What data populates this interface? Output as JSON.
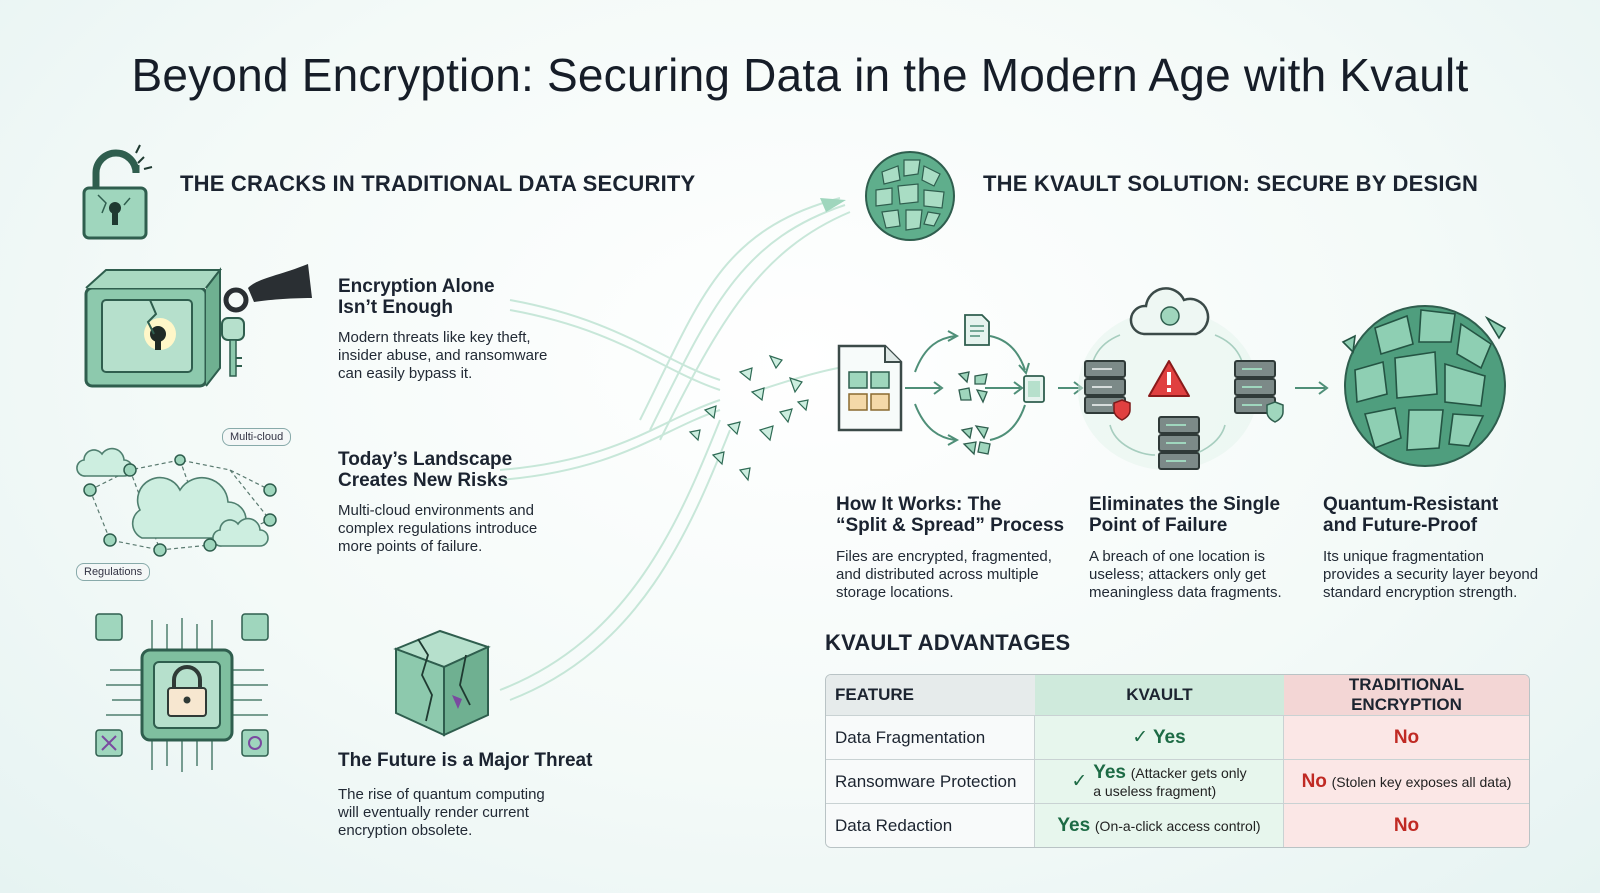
{
  "title": "Beyond Encryption: Securing Data in the Modern Age with Kvault",
  "left_section": {
    "title": "THE CRACKS IN TRADITIONAL DATA SECURITY",
    "items": [
      {
        "heading_1": "Encryption Alone",
        "heading_2": "Isn’t Enough",
        "body_1": "Modern threats like key theft,",
        "body_2": "insider abuse, and ransomware",
        "body_3": "can easily bypass it."
      },
      {
        "heading_1": "Today’s Landscape",
        "heading_2": "Creates New Risks",
        "body_1": "Multi-cloud environments and",
        "body_2": "complex regulations introduce",
        "body_3": "more points of failure.",
        "tag_1": "Multi-cloud",
        "tag_2": "Regulations"
      },
      {
        "heading_1": "The Future is a Major Threat",
        "heading_2": "",
        "body_1": "The rise of quantum computing",
        "body_2": "will eventually render current",
        "body_3": "encryption obsolete."
      }
    ]
  },
  "right_section": {
    "title": "THE KVAULT SOLUTION: SECURE BY DESIGN",
    "steps": [
      {
        "heading_1": "How It Works: The",
        "heading_2": "“Split & Spread” Process",
        "body_1": "Files are encrypted, fragmented,",
        "body_2": "and distributed across multiple",
        "body_3": "storage locations."
      },
      {
        "heading_1": "Eliminates the Single",
        "heading_2": "Point of Failure",
        "body_1": "A breach of one location is",
        "body_2": "useless; attackers only get",
        "body_3": "meaningless data fragments."
      },
      {
        "heading_1": "Quantum-Resistant",
        "heading_2": "and Future-Proof",
        "body_1": "Its unique fragmentation",
        "body_2": "provides a security layer beyond",
        "body_3": "standard encryption strength."
      }
    ]
  },
  "advantages": {
    "title": "KVAULT ADVANTAGES",
    "headers": [
      "FEATURE",
      "KVAULT",
      "TRADITIONAL ENCRYPTION"
    ],
    "rows": [
      {
        "feature": "Data Fragmentation",
        "check": "✓",
        "kvault": "Yes",
        "kvault_note_1": "",
        "kvault_note_2": "",
        "trad": "No",
        "trad_note": ""
      },
      {
        "feature": "Ransomware Protection",
        "check": "✓",
        "kvault": "Yes",
        "kvault_note_1": "(Attacker gets only",
        "kvault_note_2": "a useless fragment)",
        "trad": "No",
        "trad_note": "(Stolen key exposes all data)"
      },
      {
        "feature": "Data Redaction",
        "check": "",
        "kvault": "Yes",
        "kvault_note_1": "(On-a-click access control)",
        "kvault_note_2": "",
        "trad": "No",
        "trad_note": ""
      }
    ]
  },
  "colors": {
    "accent_green": "#5fae8c",
    "dark_green": "#2f7a5c",
    "light_green": "#cfeadc",
    "red": "#c02a24"
  },
  "icons": [
    "broken-padlock-icon",
    "cracked-vault-icon",
    "key-hand-icon",
    "cloud-network-icon",
    "chip-padlock-icon",
    "cracked-cube-icon",
    "fragment-globe-icon",
    "document-icon",
    "cloud-icon",
    "server-icon",
    "warning-icon",
    "shield-icon",
    "sphere-icon"
  ]
}
